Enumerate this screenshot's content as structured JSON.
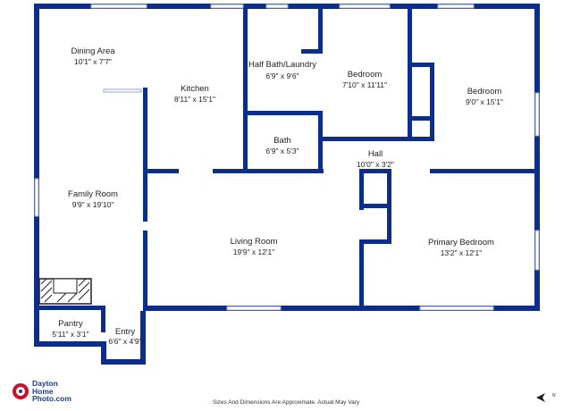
{
  "brand": {
    "line1": "Dayton",
    "line2": "Home",
    "line3": "Photo.com"
  },
  "disclaimer": "Sizes And Dimensions Are Approximate. Actual May Vary",
  "colors": {
    "wall": "#0c2e8a",
    "text": "#1f1f1f",
    "logo_red": "#c8102e",
    "logo_blue": "#1d3a8a"
  },
  "icons": {
    "compass": "north-arrow-icon",
    "logo": "logo-mark-icon"
  },
  "rooms": {
    "dining": {
      "name": "Dining Area",
      "dims": "10'1\" x 7'7\""
    },
    "kitchen": {
      "name": "Kitchen",
      "dims": "8'11\" x 15'1\""
    },
    "half_bath": {
      "name": "Half Bath/Laundry",
      "dims": "6'9\" x 9'6\""
    },
    "bedroom_mid": {
      "name": "Bedroom",
      "dims": "7'10\" x 11'11\""
    },
    "bedroom_right": {
      "name": "Bedroom",
      "dims": "9'0\" x 15'1\""
    },
    "bath": {
      "name": "Bath",
      "dims": "6'9\" x 5'3\""
    },
    "hall": {
      "name": "Hall",
      "dims": "10'0\" x 3'2\""
    },
    "family": {
      "name": "Family Room",
      "dims": "9'9\" x 19'10\""
    },
    "living": {
      "name": "Living Room",
      "dims": "19'9\" x 12'1\""
    },
    "primary": {
      "name": "Primary Bedroom",
      "dims": "13'2\" x 12'1\""
    },
    "pantry": {
      "name": "Pantry",
      "dims": "5'11\" x 3'1\""
    },
    "entry": {
      "name": "Entry",
      "dims": "6'6\" x 4'9\""
    }
  }
}
